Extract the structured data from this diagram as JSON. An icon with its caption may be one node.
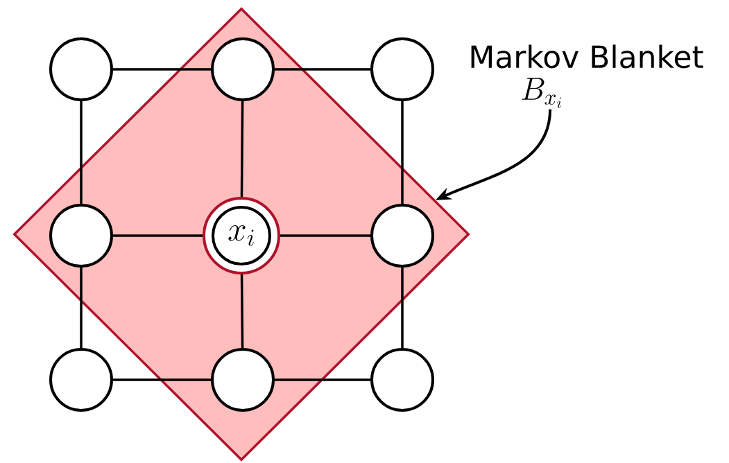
{
  "diagram": {
    "nodes": [
      {
        "text": [],
        "shape": "diamond"
      },
      {
        "text": [],
        "shape": "circle"
      },
      {
        "text": [],
        "shape": "circle",
        "in": 0
      },
      {
        "text": [],
        "shape": "circle"
      },
      {
        "text": [],
        "shape": "circle",
        "in": 0
      },
      {
        "text": [
          "x_i"
        ],
        "in": 0
      },
      {
        "text": [],
        "shape": "circle",
        "in": 0
      },
      {
        "text": [],
        "shape": "circle"
      },
      {
        "text": [],
        "shape": "circle",
        "in": 0
      },
      {
        "text": [],
        "shape": "circle"
      },
      {
        "text": [
          "Markov Blanket",
          "B_{x_i}"
        ]
      }
    ],
    "edges": [
      {
        "from": 1,
        "to": 2,
        "arrow": "none"
      },
      {
        "from": 2,
        "to": 3,
        "arrow": "none"
      },
      {
        "from": 4,
        "to": 5,
        "arrow": "none"
      },
      {
        "from": 5,
        "to": 6,
        "arrow": "none"
      },
      {
        "from": 7,
        "to": 8,
        "arrow": "none"
      },
      {
        "from": 8,
        "to": 9,
        "arrow": "none"
      },
      {
        "from": 1,
        "to": 4,
        "arrow": "none"
      },
      {
        "from": 4,
        "to": 7,
        "arrow": "none"
      },
      {
        "from": 2,
        "to": 5,
        "arrow": "none"
      },
      {
        "from": 5,
        "to": 8,
        "arrow": "none"
      },
      {
        "from": 3,
        "to": 6,
        "arrow": "none"
      },
      {
        "from": 6,
        "to": 9,
        "arrow": "none"
      },
      {
        "from": 10,
        "to": 0,
        "arrow": "to"
      }
    ]
  }
}
